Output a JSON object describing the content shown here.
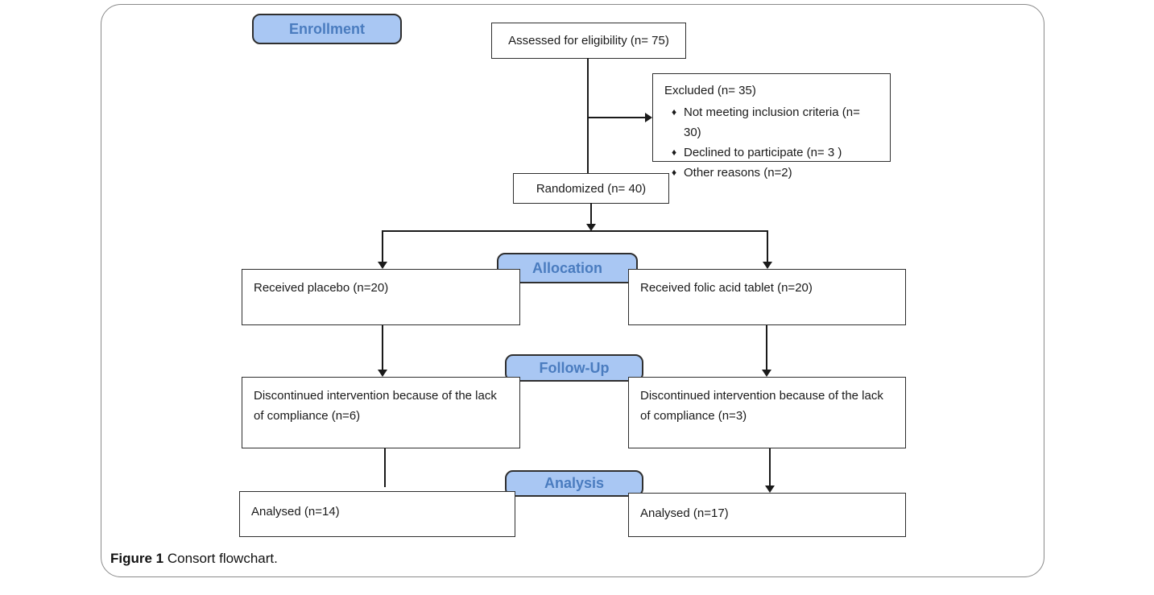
{
  "figure": {
    "caption_label": "Figure 1",
    "caption_text": " Consort flowchart."
  },
  "stages": {
    "enrollment": "Enrollment",
    "allocation": "Allocation",
    "followup": "Follow-Up",
    "analysis": "Analysis"
  },
  "nodes": {
    "assessed": "Assessed for eligibility (n= 75)",
    "randomized": "Randomized (n= 40)",
    "received_placebo": "Received placebo (n=20)",
    "received_folic_acid": "Received folic acid tablet (n=20)",
    "discontinued_placebo": "Discontinued intervention because of the lack of compliance (n=6)",
    "discontinued_folic_acid": "Discontinued intervention because of the lack of compliance (n=3)",
    "analysed_placebo": "Analysed (n=14)",
    "analysed_folic_acid": "Analysed (n=17)"
  },
  "excluded": {
    "title": "Excluded (n= 35)",
    "bullet_glyph": "♦",
    "items": [
      "Not meeting inclusion criteria (n= 30)",
      "Declined to participate (n= 3 )",
      "Other reasons (n=2)"
    ]
  },
  "colors": {
    "badge_fill": "#a9c7f3",
    "badge_text": "#4a7cbf",
    "box_border": "#2e2e2e",
    "line": "#1a1a1a",
    "frame_border": "#8a8a8a"
  }
}
